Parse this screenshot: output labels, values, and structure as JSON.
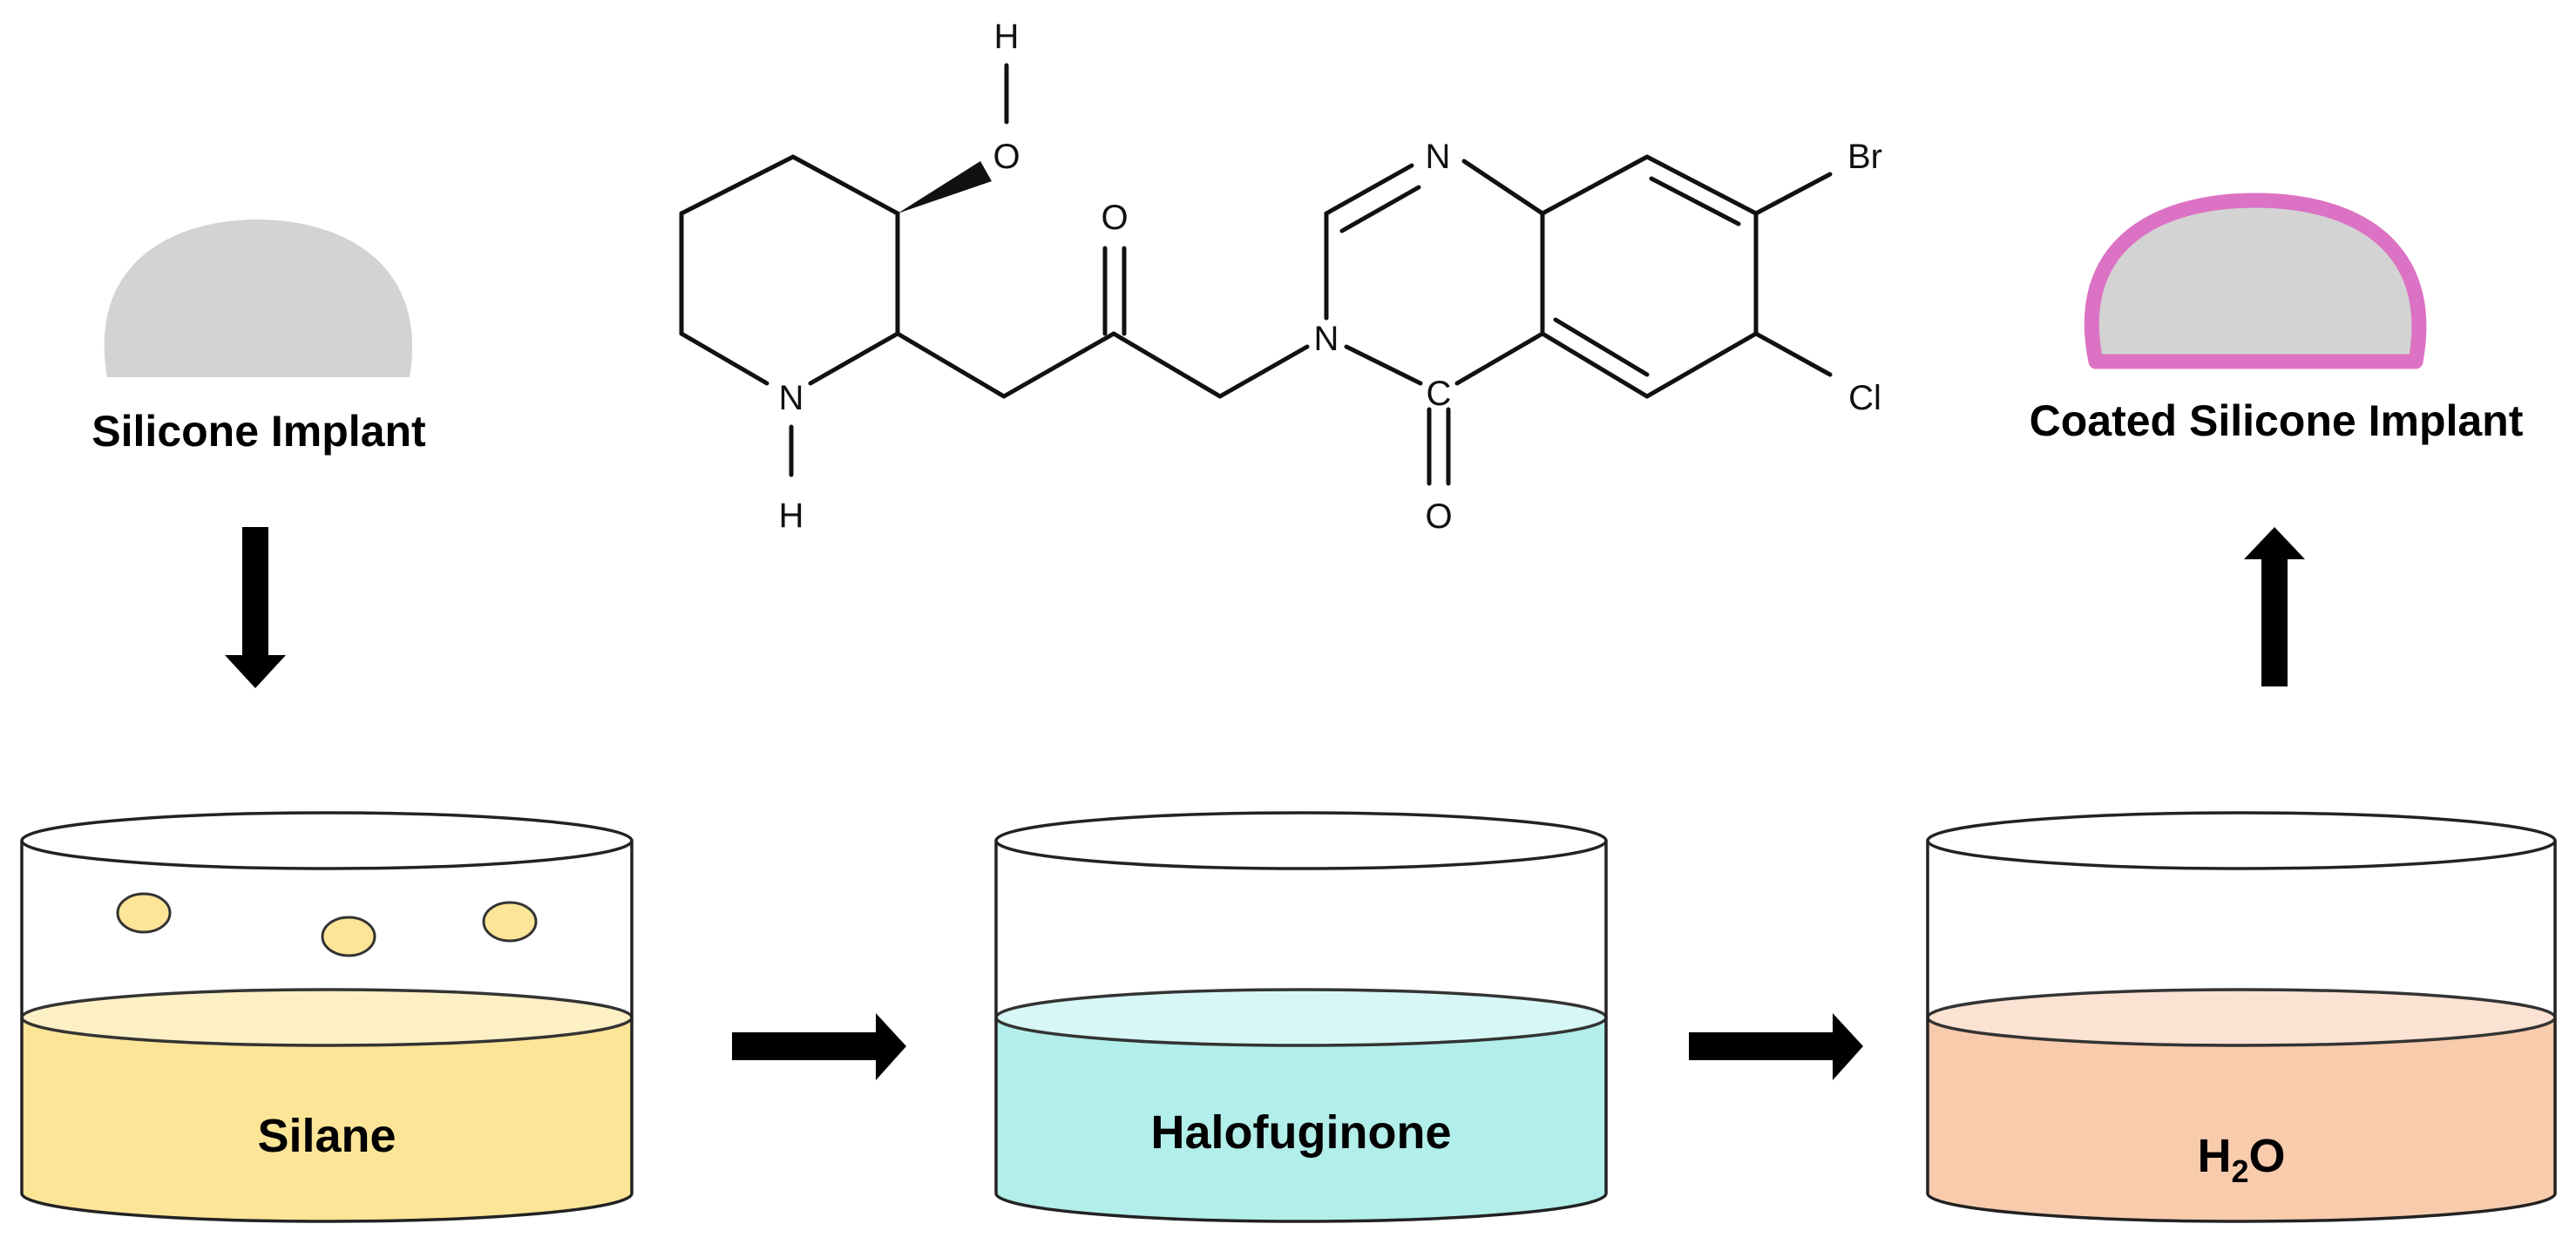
{
  "labels": {
    "silicone_implant": "Silicone Implant",
    "coated_implant": "Coated Silicone Implant",
    "silane": "Silane",
    "halofuginone": "Halofuginone",
    "water_main": "H",
    "water_sub": "2",
    "water_tail": "O"
  },
  "atoms": {
    "hydroxyl_h": "H",
    "hydroxyl_o": "O",
    "ring_n": "N",
    "ring_nh_h": "H",
    "ketone_o": "O",
    "quin_n1": "N",
    "quin_n3": "N",
    "quin_c4": "C",
    "quin_o": "O",
    "bromine": "Br",
    "chlorine": "Cl"
  },
  "colors": {
    "implant_gray": "#d3d3d3",
    "coating_pink": "#dc72c4",
    "silane_liquid": "#fde598",
    "silane_liquid_top": "#fdf0c4",
    "silane_droplet": "#fde598",
    "halofuginone_liquid": "#b2eeea",
    "halofuginone_liquid_top": "#d6f7f5",
    "water_liquid": "#f8cbad",
    "water_liquid_top": "#fbe2d3",
    "arrow": "#000000"
  },
  "icons": {
    "down_arrow": "arrow-down-icon",
    "right_arrow_1": "arrow-right-icon",
    "right_arrow_2": "arrow-right-icon",
    "up_arrow": "arrow-up-icon"
  }
}
